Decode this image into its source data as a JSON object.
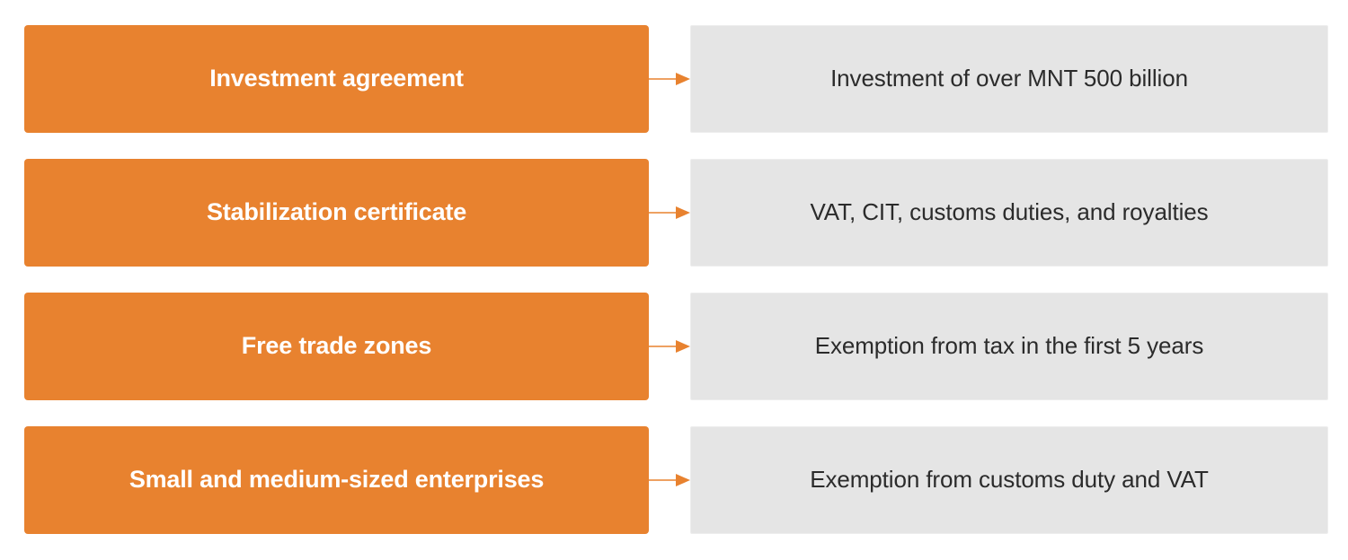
{
  "diagram": {
    "type": "process-mapping",
    "colors": {
      "category_fill": "#E8822F",
      "category_text": "#FFFFFF",
      "description_fill": "#E5E5E5",
      "description_border": "#EDEDED",
      "description_text": "#2B2B2B",
      "arrow": "#E8822F",
      "background": "#FFFFFF"
    },
    "rows": [
      {
        "category": "Investment agreement",
        "description": "Investment of over MNT 500 billion",
        "connector": "arrow-right-icon"
      },
      {
        "category": "Stabilization certificate",
        "description": "VAT, CIT, customs duties, and royalties",
        "connector": "arrow-right-icon"
      },
      {
        "category": "Free trade zones",
        "description": "Exemption from tax in the first 5 years",
        "connector": "arrow-right-icon"
      },
      {
        "category": "Small and medium-sized enterprises",
        "description": "Exemption from customs duty and VAT",
        "connector": "arrow-right-icon"
      }
    ]
  }
}
